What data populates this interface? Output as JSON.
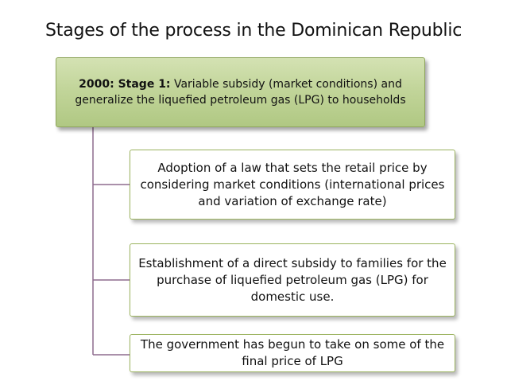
{
  "title": "Stages of the process in the Dominican Republic",
  "stage": {
    "bold_label": "2000: Stage 1:",
    "text": " Variable subsidy (market conditions) and generalize the liquefied petroleum gas (LPG) to households"
  },
  "items": [
    {
      "text": "Adoption of a law that sets the retail price by considering market conditions (international prices and variation of exchange rate)"
    },
    {
      "text": "Establishment of a direct subsidy to families for the purchase of liquefied petroleum gas (LPG) for domestic use."
    },
    {
      "text": "The government has begun to take on some of the final price of LPG"
    }
  ],
  "colors": {
    "top_fill": "#c2d59a",
    "border": "#9bb35f",
    "connector": "#8e6b8e"
  }
}
